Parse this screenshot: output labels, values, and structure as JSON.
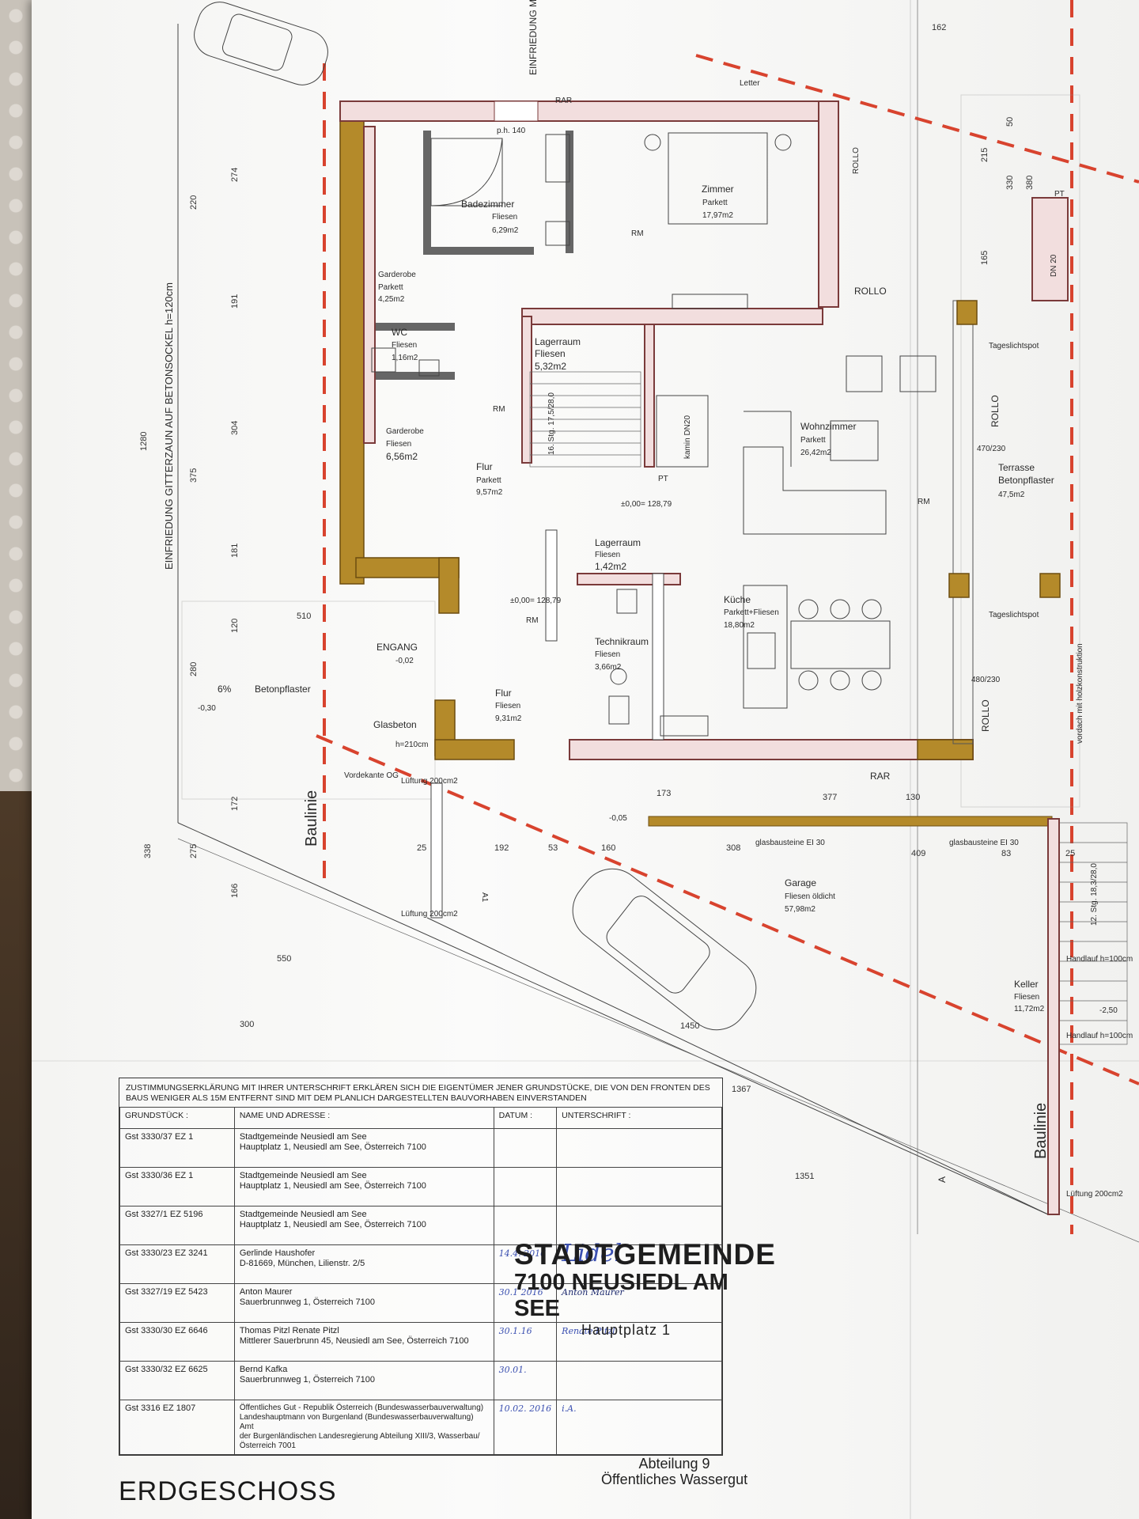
{
  "labels": {
    "fence": "EINFRIEDUNG GITTERZAUN AUF BETONSOCKEL h=120cm",
    "top_fence": "EINFRIEDUNG MASENDRAHT",
    "baulinie": "Baulinie",
    "rollo": "ROLLO",
    "rar": "RAR",
    "letter": "Letter",
    "engang": "ENGANG",
    "glasbeton": "Glasbeton",
    "glasbausteine": "glasbausteine EI 30",
    "vordach": "vordach mit holzkonstruktion",
    "betonpflaster": "Betonpflaster",
    "tageslichtspot": "Tageslichtspot",
    "kamin": "kamin DN20",
    "dn20": "DN 20",
    "pt": "PT",
    "rm": "RM",
    "handlauf": "Handlauf h=100cm",
    "stg_lager": "16. Stg. 17,5/28,0",
    "stg_keller": "12. Stg. 18,3/28,0",
    "lueftung": "Lüftung 200cm2",
    "vordekante": "Vordekante OG",
    "elev_0": "±0,00= 128,79",
    "elev_002": "-0,02",
    "elev_030": "-0,30",
    "elev_005": "-0,05",
    "elev_250": "-2,50",
    "slope": "6%",
    "section_a": "A",
    "section_a1": "A1"
  },
  "rooms": [
    {
      "name": "Badezimmer",
      "floor": "Fliesen",
      "area": "6,29m2"
    },
    {
      "name": "Zimmer",
      "floor": "Parkett",
      "area": "17,97m2"
    },
    {
      "name": "Garderobe",
      "floor": "Parkett",
      "area": "4,25m2"
    },
    {
      "name": "WC",
      "floor": "Fliesen",
      "area": "1,16m2"
    },
    {
      "name": "Lagerraum",
      "floor": "Fliesen",
      "area": "5,32m2"
    },
    {
      "name": "Garderobe",
      "floor": "Fliesen",
      "area": "6,56m2"
    },
    {
      "name": "Flur",
      "floor": "Parkett",
      "area": "9,57m2"
    },
    {
      "name": "Wohnzimmer",
      "floor": "Parkett",
      "area": "26,42m2"
    },
    {
      "name": "Terrasse",
      "floor": "Betonpflaster",
      "area": "47,5m2"
    },
    {
      "name": "Lagerraum",
      "floor": "Fliesen",
      "area": "1,42m2"
    },
    {
      "name": "Küche",
      "floor": "Parkett+Fliesen",
      "area": "18,80m2"
    },
    {
      "name": "Technikraum",
      "floor": "Fliesen",
      "area": "3,66m2"
    },
    {
      "name": "Flur",
      "floor": "Fliesen",
      "area": "9,31m2"
    },
    {
      "name": "Garage",
      "floor": "Fliesen öldicht",
      "area": "57,98m2"
    },
    {
      "name": "Keller",
      "floor": "Fliesen",
      "area": "11,72m2"
    }
  ],
  "dims": {
    "d1280": "1280",
    "d274": "274",
    "d220": "220",
    "d191": "191",
    "d304": "304",
    "d375": "375",
    "d181": "181",
    "d280": "280",
    "d172": "172",
    "d275": "275",
    "d166": "166",
    "d338": "338",
    "d510": "510",
    "d550": "550",
    "d300": "300",
    "d1450": "1450",
    "d1367": "1367",
    "d1351": "1351",
    "d192": "192",
    "d53": "53",
    "d160": "160",
    "d308": "308",
    "d173": "173",
    "d377": "377",
    "d130": "130",
    "d409": "409",
    "d83": "83",
    "d25": "25",
    "d162": "162",
    "d330": "330",
    "d380": "380",
    "d215": "215",
    "d165": "165",
    "d50": "50",
    "d120": "120",
    "d470": "470/230",
    "d480": "480/230",
    "d140": "p.h. 140",
    "d210": "h=210cm"
  },
  "consent": {
    "heading": "ZUSTIMMUNGSERKLÄRUNG MIT IHRER UNTERSCHRIFT ERKLÄREN SICH DIE EIGENTÜMER JENER GRUNDSTÜCKE, DIE VON DEN FRONTEN DES BAUS WENIGER ALS 15M ENTFERNT SIND MIT DEM PLANLICH DARGESTELLTEN BAUVORHABEN EINVERSTANDEN",
    "col_grundstueck": "GRUNDSTÜCK :",
    "col_name": "NAME UND ADRESSE :",
    "col_datum": "DATUM :",
    "col_unterschrift": "UNTERSCHRIFT :",
    "rows": [
      {
        "g": "Gst 3330/37  EZ 1",
        "n1": "Stadtgemeinde Neusiedl am See",
        "n2": "Hauptplatz 1, Neusiedl am See, Österreich 7100",
        "d": "",
        "u": ""
      },
      {
        "g": "Gst 3330/36  EZ 1",
        "n1": "Stadtgemeinde Neusiedl am See",
        "n2": "Hauptplatz 1, Neusiedl am See, Österreich 7100",
        "d": "",
        "u": ""
      },
      {
        "g": "Gst 3327/1  EZ 5196",
        "n1": "Stadtgemeinde Neusiedl am See",
        "n2": "Hauptplatz 1, Neusiedl am See, Österreich 7100",
        "d": "",
        "u": ""
      },
      {
        "g": "Gst 3330/23  EZ 3241",
        "n1": "Gerlinde Haushofer",
        "n2": "D-81669, München, Lilienstr. 2/5",
        "d": "14.4. 2016",
        "u": "Lidel"
      },
      {
        "g": "Gst 3327/19  EZ 5423",
        "n1": "Anton Maurer",
        "n2": "Sauerbrunnweg 1, Österreich 7100",
        "d": "30.1 2016",
        "u": "Anton Maurer"
      },
      {
        "g": "Gst 3330/30  EZ 6646",
        "n1": "Thomas Pitzl   Renate Pitzl",
        "n2": "Mittlerer Sauerbrunn 45, Neusiedl am See, Österreich 7100",
        "d": "30.1.16",
        "u": "Renate Pitzl"
      },
      {
        "g": "Gst 3330/32  EZ 6625",
        "n1": "Bernd Kafka",
        "n2": "Sauerbrunnweg 1, Österreich 7100",
        "d": "30.01.",
        "u": ""
      },
      {
        "g": "Gst 3316  EZ 1807",
        "n1": "Öffentliches Gut - Republik Österreich (Bundeswasserbauverwaltung) Landeshauptmann von Burgenland (Bundeswasserbauverwaltung) Amt",
        "n2": "der Burgenländischen Landesregierung Abteilung XIII/3, Wasserbau/Österreich 7001",
        "d": "10.02. 2016",
        "u": "i.A."
      }
    ]
  },
  "stamp": {
    "line1": "STADTGEMEINDE",
    "line2": "7100 NEUSIEDL AM SEE",
    "line3": "Hauptplatz 1"
  },
  "stamp2": {
    "line1": "Abteilung 9",
    "line2": "Öffentliches Wassergut"
  },
  "floor_title": "ERDGESCHOSS",
  "colors": {
    "wall_hatch": "#f2dede",
    "wall_gold": "#b48a2a",
    "baulinie": "#d8432e",
    "ink_blue": "#3a4fb0"
  }
}
